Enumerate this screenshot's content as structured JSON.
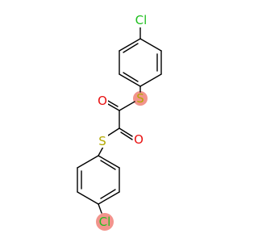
{
  "colors": {
    "bond": "#000000",
    "chlorine": "#1fbf1f",
    "sulfur": "#b3a800",
    "oxygen": "#e81010",
    "highlight": "#f2948c",
    "background": "#ffffff"
  },
  "atoms": {
    "cl_top": "Cl",
    "s_upper": "S",
    "o_upper": "O",
    "o_lower": "O",
    "s_lower": "S",
    "cl_bottom": "Cl"
  }
}
